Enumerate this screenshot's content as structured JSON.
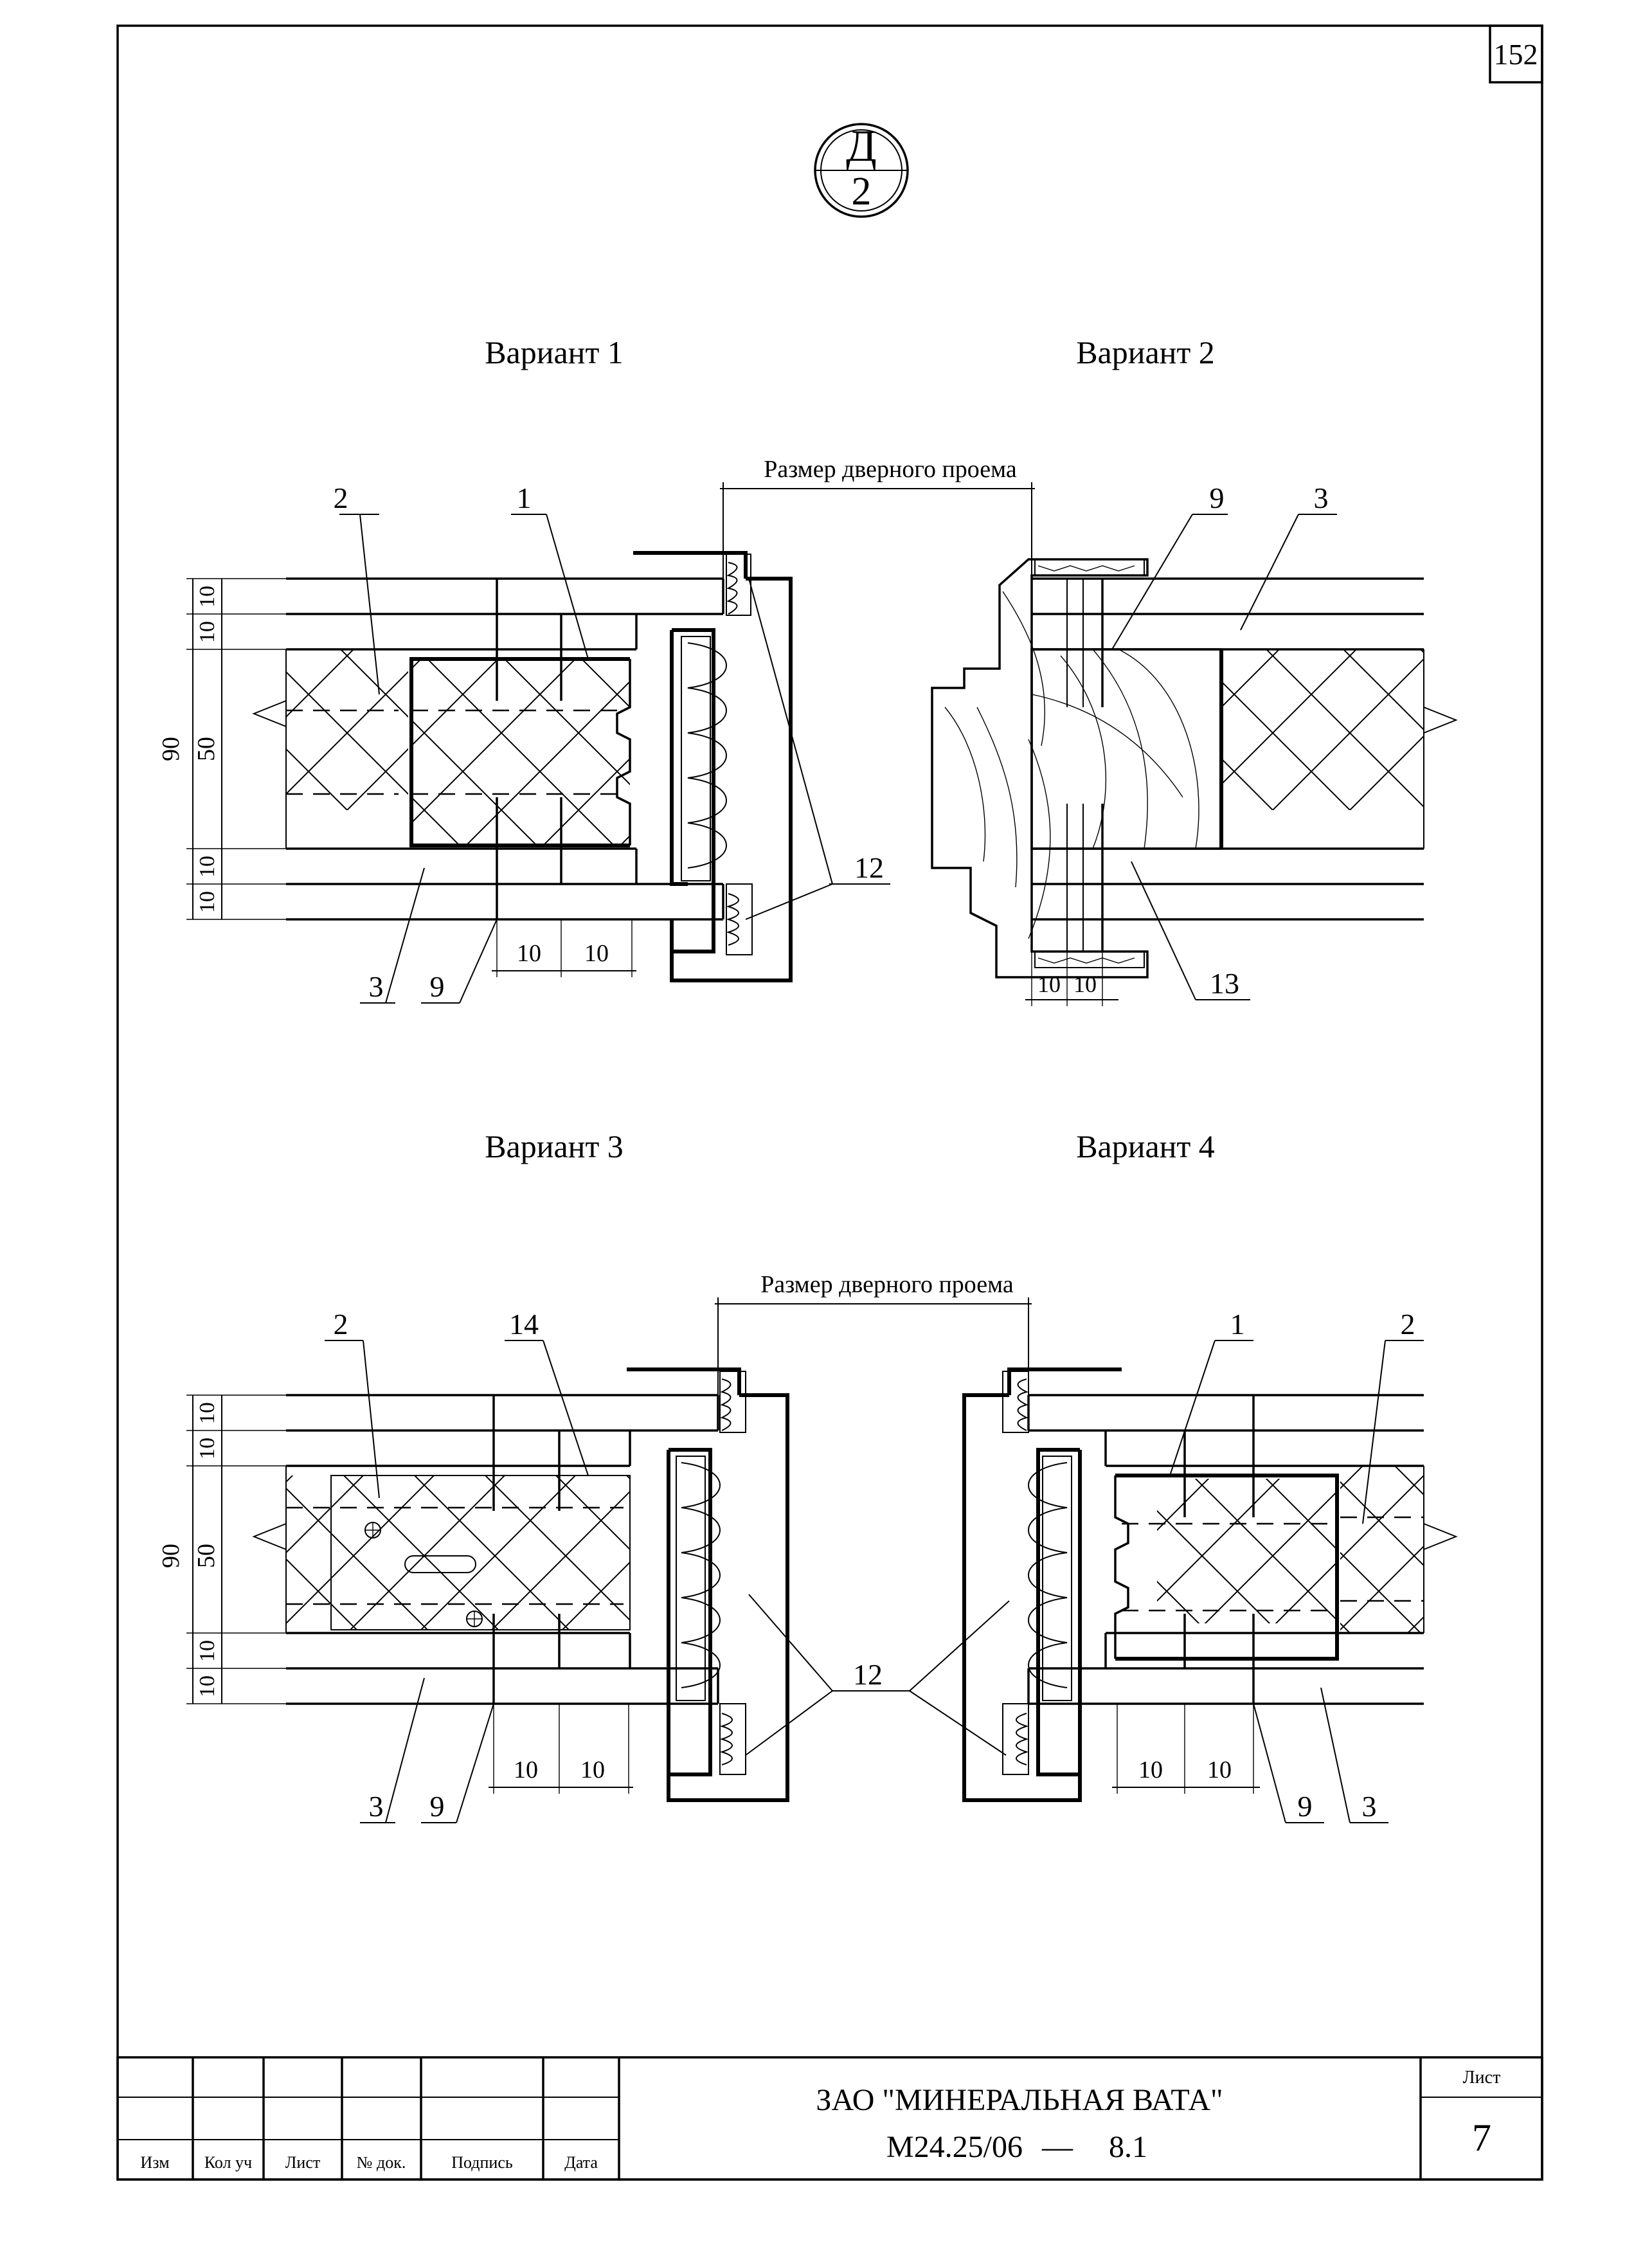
{
  "sheet_number": "152",
  "section_mark": {
    "letter": "Д",
    "number": "2"
  },
  "variants": [
    {
      "title": "Вариант 1",
      "labels": [
        "2",
        "1",
        "12",
        "3",
        "9"
      ],
      "dims": {
        "thick": "90",
        "core": "50",
        "layer_top_a": "10",
        "layer_top_b": "10",
        "layer_bot_a": "10",
        "layer_bot_b": "10",
        "step_a": "10",
        "step_b": "10"
      }
    },
    {
      "title": "Вариант 2",
      "labels": [
        "9",
        "3",
        "13"
      ],
      "dims": {
        "step_a": "10",
        "step_b": "10"
      }
    },
    {
      "title": "Вариант 3",
      "labels": [
        "2",
        "14",
        "12",
        "3",
        "9"
      ],
      "dims": {
        "thick": "90",
        "core": "50",
        "layer_top_a": "10",
        "layer_top_b": "10",
        "layer_bot_a": "10",
        "layer_bot_b": "10",
        "step_a": "10",
        "step_b": "10"
      }
    },
    {
      "title": "Вариант 4",
      "labels": [
        "1",
        "2",
        "9",
        "3"
      ],
      "dims": {
        "step_a": "10",
        "step_b": "10"
      }
    }
  ],
  "opening_label_top": "Размер дверного проема",
  "opening_label_bottom": "Размер дверного проема",
  "title_block": {
    "company": "ЗАО \"МИНЕРАЛЬНАЯ ВАТА\"",
    "code": "М24.25/06",
    "dash": "—",
    "doc_section": "8.1",
    "sheet_label": "Лист",
    "sheet_value": "7",
    "columns": [
      "Изм",
      "Кол уч",
      "Лист",
      "№ док.",
      "Подпись",
      "Дата"
    ]
  }
}
